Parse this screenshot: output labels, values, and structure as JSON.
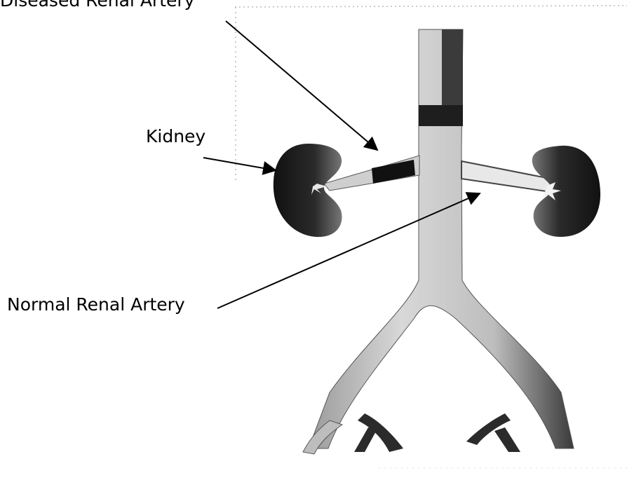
{
  "labels": {
    "diseased_renal_artery": "Diseased Renal Artery",
    "kidney": "Kidney",
    "normal_renal_artery": "Normal Renal Artery"
  },
  "colors": {
    "vessel_light": "#cfcfcf",
    "vessel_shade": "#8a8a8a",
    "vessel_dark": "#2b2b2b",
    "kidney_dark": "#1a1a1a",
    "plaque": "#111111",
    "text": "#000000"
  },
  "icons": [
    "arrow-pointer",
    "kidney-shape",
    "aorta-shape"
  ]
}
